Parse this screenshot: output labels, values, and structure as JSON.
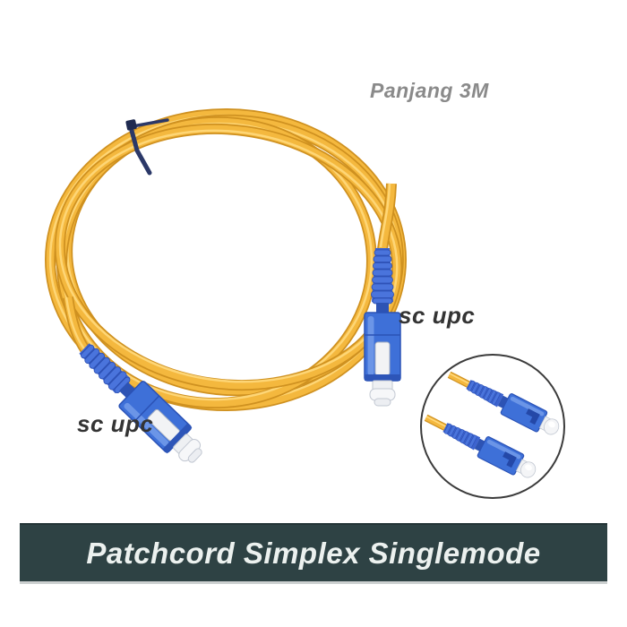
{
  "photo": {
    "length_label": "Panjang 3M",
    "connector_labels": {
      "left": "sc upc",
      "right": "sc upc"
    }
  },
  "banner": {
    "title": "Patchcord Simplex Singlemode"
  },
  "colors": {
    "cable_yellow": "#f4b83e",
    "cable_highlight": "#ffd97c",
    "cable_shadow": "#cf9120",
    "connector_blue": "#3e70d8",
    "connector_blue_dark": "#2a52b6",
    "connector_blue_light": "#7ba2ec",
    "ferrule_white": "#f2f3f5",
    "cable_tie_navy": "#2b3868",
    "inset_border": "#3b3b3b",
    "banner_background": "#2e4244",
    "banner_text": "#ecf1ef",
    "length_label_gray": "#8a8a8a",
    "connector_label_dark": "#343434"
  }
}
